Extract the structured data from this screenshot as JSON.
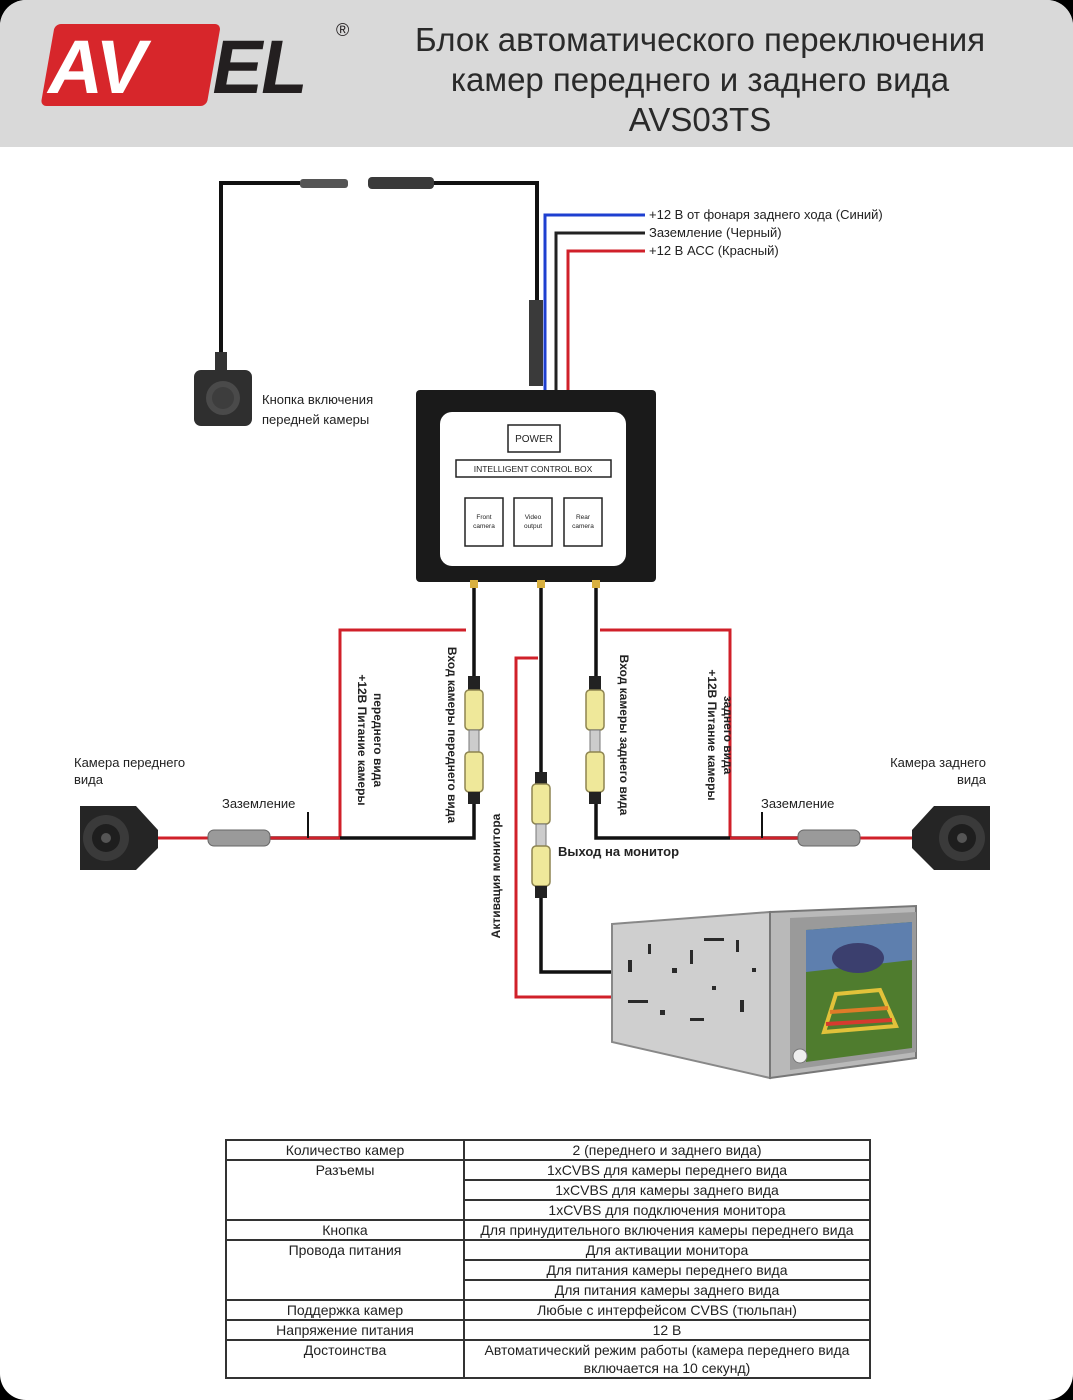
{
  "brand": {
    "name": "AVEL",
    "registered": "®"
  },
  "title": {
    "line1": "Блок автоматического переключения",
    "line2": "камер переднего и заднего вида",
    "model": "AVS03TS"
  },
  "colors": {
    "header_bg": "#d9d9d9",
    "logo_red": "#d7262b",
    "wire_red": "#d0202a",
    "wire_blue": "#1e3fd0",
    "wire_black": "#111111",
    "rca_yellow": "#efe89a"
  },
  "wires": {
    "blue": "+12 В от фонаря заднего хода (Синий)",
    "black": "Заземление (Черный)",
    "red": "+12 В АСС (Красный)"
  },
  "button_label": {
    "line1": "Кнопка включения",
    "line2": "передней камеры"
  },
  "box": {
    "power": "POWER",
    "name": "INTELLIGENT CONTROL BOX",
    "port_front": [
      "Front",
      "camera"
    ],
    "port_video": [
      "Video",
      "output"
    ],
    "port_rear": [
      "Rear",
      "camera"
    ]
  },
  "front_camera": {
    "line1": "Камера переднего",
    "line2": "вида"
  },
  "rear_camera": {
    "line1": "Камера заднего",
    "line2": "вида"
  },
  "ground_label": "Заземление",
  "vertical_labels": {
    "front_power": [
      "+12В Питание камеры",
      "переднего вида"
    ],
    "front_input": "Вход камеры переднего вида",
    "rear_input": "Вход камеры заднего вида",
    "rear_power": [
      "+12В Питание камеры",
      "заднего вида"
    ],
    "monitor_activation": "Активация монитора"
  },
  "monitor_output": "Выход на монитор",
  "specs": [
    {
      "key": "Количество камер",
      "values": [
        "2 (переднего и заднего вида)"
      ]
    },
    {
      "key": "Разъемы",
      "values": [
        "1xCVBS для камеры переднего вида",
        "1xCVBS для камеры заднего вида",
        "1xCVBS для подключения монитора"
      ]
    },
    {
      "key": "Кнопка",
      "values": [
        "Для принудительного включения камеры переднего вида"
      ]
    },
    {
      "key": "Провода питания",
      "values": [
        "Для активации монитора",
        "Для питания камеры переднего вида",
        "Для питания камеры заднего вида"
      ]
    },
    {
      "key": "Поддержка камер",
      "values": [
        "Любые с интерфейсом CVBS (тюльпан)"
      ]
    },
    {
      "key": "Напряжение питания",
      "values": [
        "12 В"
      ]
    },
    {
      "key": "Достоинства",
      "values": [
        "Автоматический режим работы (камера переднего вида включается на 10 секунд)"
      ]
    }
  ]
}
